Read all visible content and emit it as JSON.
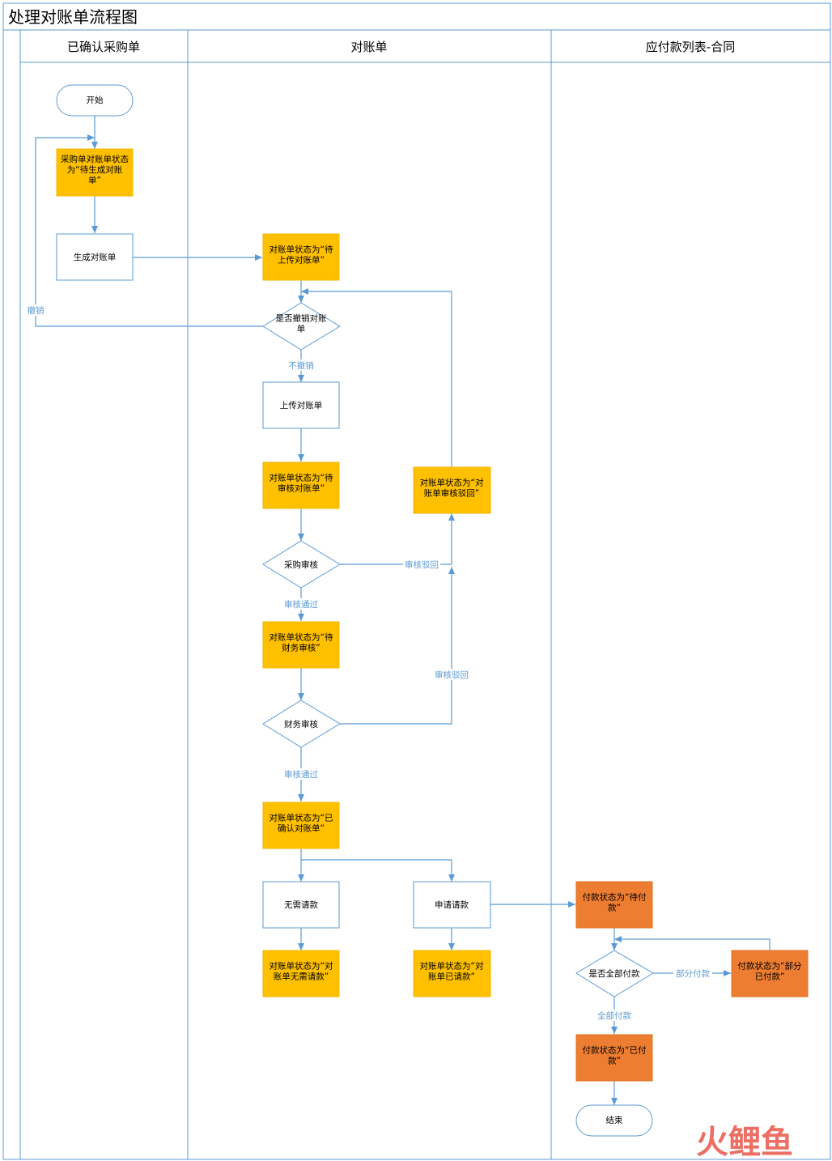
{
  "title": "处理对账单流程图",
  "lanes": [
    "已确认采购单",
    "对账单",
    "应付款列表-合同"
  ],
  "nodes": {
    "start": "开始",
    "po_status": "采购单对账单状态|为“待生成对账|单”",
    "generate": "生成对账单",
    "pending_upload": "对账单状态为“待|上传对账单”",
    "revoke_decision": "是否撤销对账|单",
    "upload": "上传对账单",
    "pending_audit": "对账单状态为“待|审核对账单”",
    "rejected": "对账单状态为“对|账单审核驳回”",
    "purchase_audit": "采购审核",
    "pending_finance": "对账单状态为“待|财务审核”",
    "finance_audit": "财务审核",
    "confirmed": "对账单状态为“已|确认对账单”",
    "no_payment": "无需请款",
    "request_payment": "申请请款",
    "no_payment_status": "对账单状态为“对|账单无需请款”",
    "requested_status": "对账单状态为“对|账单已请款”",
    "pending_pay": "付款状态为“待付|款”",
    "all_paid_decision": "是否全部付款",
    "partial_paid": "付款状态为“部分|已付款”",
    "paid": "付款状态为“已付|款”",
    "end": "结束"
  },
  "edge_labels": {
    "revoke": "撤销",
    "not_revoke": "不撤销",
    "purchase_reject": "审核驳回",
    "purchase_pass": "审核通过",
    "finance_reject": "审核驳回",
    "finance_pass": "审核通过",
    "partial": "部分付款",
    "full": "全部付款"
  },
  "watermark": "火鲤鱼",
  "colors": {
    "line": "#5b9bd5",
    "yellow": "#ffc000",
    "orange": "#ed7d31"
  }
}
